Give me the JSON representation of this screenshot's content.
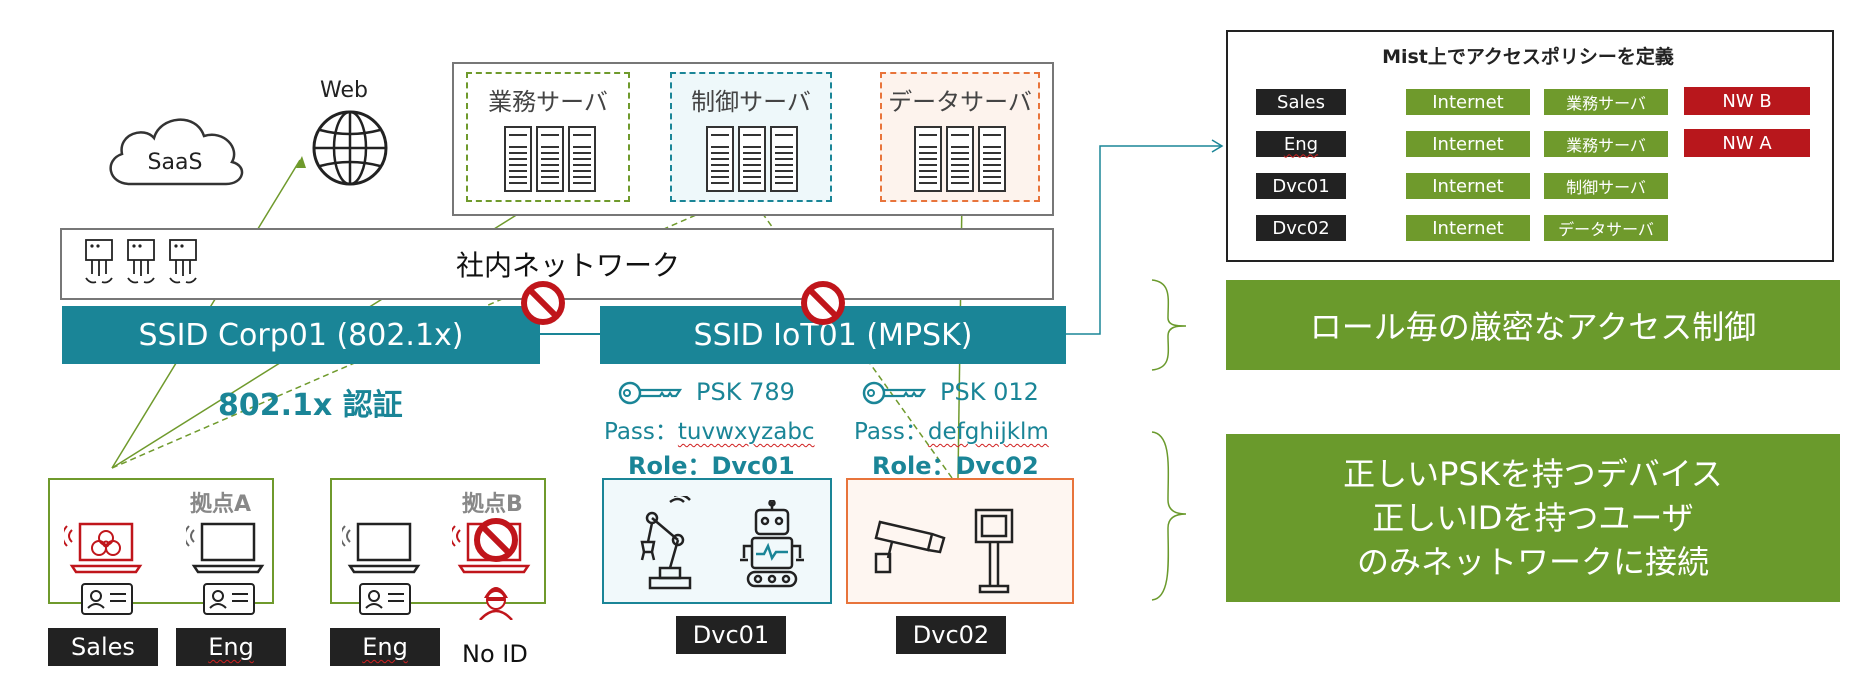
{
  "cloud": {
    "saas_label": "SaaS",
    "web_label": "Web"
  },
  "servers": {
    "business": "業務サーバ",
    "control": "制御サーバ",
    "data": "データサーバ"
  },
  "network": {
    "label": "社内ネットワーク"
  },
  "ssids": {
    "corp": "SSID Corp01 (802.1x)",
    "iot": "SSID IoT01 (MPSK)"
  },
  "auth": {
    "label": "802.1x 認証"
  },
  "psk": [
    {
      "key": "PSK 789",
      "pass_prefix": "Pass：",
      "pass_value": "tuvwxyzabc",
      "role": "Role：Dvc01"
    },
    {
      "key": "PSK 012",
      "pass_prefix": "Pass：",
      "pass_value": "defghijklm",
      "role": "Role：Dvc02"
    }
  ],
  "sites": {
    "a": {
      "label": "拠点A",
      "users": [
        "Sales",
        "Eng"
      ]
    },
    "b": {
      "label": "拠点B",
      "users": [
        "Eng",
        "No ID"
      ]
    }
  },
  "devices": {
    "dvc01": "Dvc01",
    "dvc02": "Dvc02"
  },
  "policy": {
    "title": "Mist上でアクセスポリシーを定義",
    "rows": [
      {
        "role": "Sales",
        "access": [
          "Internet",
          "業務サーバ"
        ],
        "nw": "NW B"
      },
      {
        "role": "Eng",
        "access": [
          "Internet",
          "業務サーバ"
        ],
        "nw": "NW A"
      },
      {
        "role": "Dvc01",
        "access": [
          "Internet",
          "制御サーバ"
        ],
        "nw": ""
      },
      {
        "role": "Dvc02",
        "access": [
          "Internet",
          "データサーバ"
        ],
        "nw": ""
      }
    ]
  },
  "panels": {
    "role_control": "ロール毎の厳密なアクセス制御",
    "connect": [
      "正しいPSKを持つデバイス",
      "正しいIDを持つユーザ",
      "のみネットワークに接続"
    ]
  },
  "colors": {
    "teal": "#1a8597",
    "green": "#6a9a2c",
    "red": "#b8171c",
    "orange": "#e8743b",
    "dark": "#222222"
  },
  "icons": [
    "cloud-icon",
    "globe-icon",
    "server-rack-icon",
    "access-point-icon",
    "laptop-icon",
    "biohazard-icon",
    "no-entry-icon",
    "id-card-icon",
    "key-icon",
    "robot-arm-icon",
    "robot-icon",
    "security-camera-icon",
    "kiosk-icon",
    "hacker-icon",
    "brace-icon"
  ]
}
